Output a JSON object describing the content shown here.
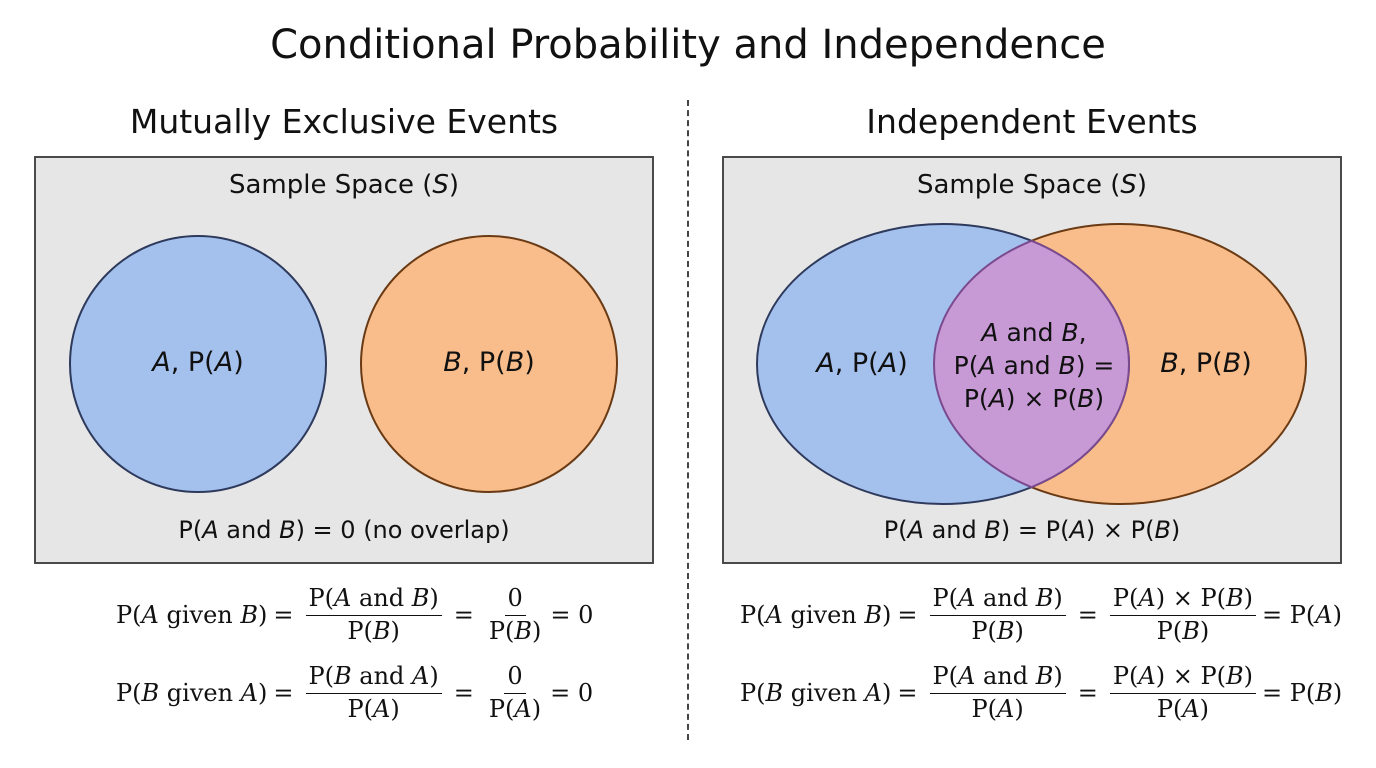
{
  "title": "Conditional Probability and Independence",
  "left": {
    "heading": "Mutually Exclusive Events",
    "sample_space": "Sample Space (",
    "sample_space_symbol": "S",
    "sample_space_close": ")",
    "circle_a": {
      "label_var": "A",
      "label_rest": ", P(",
      "label_var2": "A",
      "label_close": ")",
      "fill": "#a4c1ee",
      "stroke": "#2e3a5c"
    },
    "circle_b": {
      "label_var": "B",
      "label_rest": ", P(",
      "label_var2": "B",
      "label_close": ")",
      "fill": "#f8bd8a",
      "stroke": "#6a3a14"
    },
    "caption_parts": [
      "P(",
      "A",
      " and ",
      "B",
      ") = 0 (no overlap)"
    ],
    "formula1": {
      "lhs": [
        "P(",
        "A",
        " given ",
        "B",
        ")"
      ],
      "frac1_num": [
        "P(",
        "A",
        " and ",
        "B",
        ")"
      ],
      "frac1_den": [
        "P(",
        "B",
        ")"
      ],
      "frac2_num": "0",
      "frac2_den": [
        "P(",
        "B",
        ")"
      ],
      "result": "= 0"
    },
    "formula2": {
      "lhs": [
        "P(",
        "B",
        " given ",
        "A",
        ")"
      ],
      "frac1_num": [
        "P(",
        "B",
        " and ",
        "A",
        ")"
      ],
      "frac1_den": [
        "P(",
        "A",
        ")"
      ],
      "frac2_num": "0",
      "frac2_den": [
        "P(",
        "A",
        ")"
      ],
      "result": "= 0"
    }
  },
  "right": {
    "heading": "Independent Events",
    "sample_space": "Sample Space (",
    "sample_space_symbol": "S",
    "sample_space_close": ")",
    "ellipse_a": {
      "fill": "#a4c1ee",
      "stroke": "#2e3a5c"
    },
    "ellipse_b": {
      "fill": "#f8bd8a",
      "stroke": "#6a3a14"
    },
    "overlap_fill": "#c79ad6",
    "overlap_stroke": "#7b4a8e",
    "label_a": [
      "A",
      ", P(",
      "A",
      ")"
    ],
    "label_b": [
      "B",
      ", P(",
      "B",
      ")"
    ],
    "overlap_line1": [
      "A",
      " and ",
      "B",
      ","
    ],
    "overlap_line2": [
      "P(",
      "A",
      " and ",
      "B",
      ") ="
    ],
    "overlap_line3": [
      "P(",
      "A",
      ") × P(",
      "B",
      ")"
    ],
    "caption_parts": [
      "P(",
      "A",
      " and ",
      "B",
      ") = ",
      "P(",
      "A",
      ") × ",
      "P(",
      "B",
      ")"
    ],
    "formula1": {
      "lhs": [
        "P(",
        "A",
        " given ",
        "B",
        ")"
      ],
      "frac1_num": [
        "P(",
        "A",
        " and ",
        "B",
        ")"
      ],
      "frac1_den": [
        "P(",
        "B",
        ")"
      ],
      "frac2_num": [
        "P(",
        "A",
        ") × ",
        "P(",
        "B",
        ")"
      ],
      "frac2_den": [
        "P(",
        "B",
        ")"
      ],
      "result": [
        "= ",
        "P(",
        "A",
        ")"
      ]
    },
    "formula2": {
      "lhs": [
        "P(",
        "B",
        " given ",
        "A",
        ")"
      ],
      "frac1_num": [
        "P(",
        "A",
        " and ",
        "B",
        ")"
      ],
      "frac1_den": [
        "P(",
        "A",
        ")"
      ],
      "frac2_num": [
        "P(",
        "A",
        ") × ",
        "P(",
        "B",
        ")"
      ],
      "frac2_den": [
        "P(",
        "A",
        ")"
      ],
      "result": [
        "= ",
        "P(",
        "B",
        ")"
      ]
    }
  }
}
